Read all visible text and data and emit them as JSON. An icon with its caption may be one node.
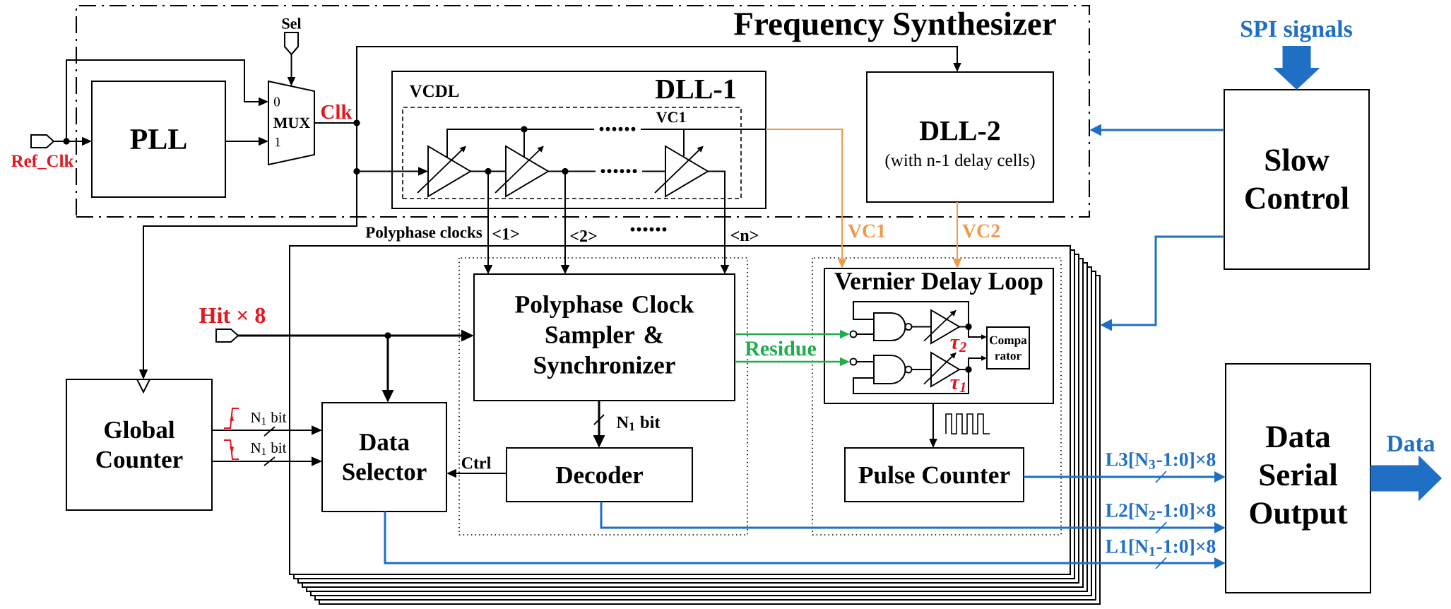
{
  "diagram": {
    "nodes": [
      {
        "text": [
          "Frequency Synthesizer"
        ]
      },
      {
        "text": [
          "Ref_Clk"
        ]
      },
      {
        "text": [
          "PLL"
        ],
        "in": 0
      },
      {
        "text": [
          "Sel"
        ],
        "in": 0
      },
      {
        "text": [
          "0",
          "MUX",
          "1"
        ],
        "in": 0
      },
      {
        "text": [
          "DLL-1"
        ],
        "in": 0
      },
      {
        "text": [
          "VCDL"
        ],
        "in": 5
      },
      {
        "text": [],
        "shape": "triangle",
        "in": 6
      },
      {
        "text": [],
        "shape": "triangle",
        "in": 6
      },
      {
        "text": [],
        "shape": "triangle",
        "in": 6
      },
      {
        "text": [
          "DLL-2",
          "(with n-1 delay cells)"
        ],
        "in": 0
      },
      {
        "text": [
          "Slow Control"
        ]
      },
      {
        "text": [
          "Hit × 8"
        ]
      },
      {
        "text": [],
        "shape": "box"
      },
      {
        "text": [
          "Global Counter"
        ]
      },
      {
        "text": [
          "Polyphase Clock Sampler & Synchronizer"
        ],
        "in": 13
      },
      {
        "text": [
          "Vernier Delay Loop"
        ],
        "in": 13
      },
      {
        "text": [],
        "shape": "gate",
        "in": 16
      },
      {
        "text": [],
        "shape": "triangle",
        "beside": [
          "τ$_{2}$"
        ],
        "in": 16
      },
      {
        "text": [
          "Compa rator"
        ],
        "in": 16
      },
      {
        "text": [],
        "shape": "gate",
        "in": 16
      },
      {
        "text": [],
        "shape": "triangle",
        "beside": [
          "τ$_{1}$"
        ],
        "in": 16
      },
      {
        "text": [
          "Data Selector"
        ],
        "in": 13
      },
      {
        "text": [
          "Decoder"
        ],
        "in": 13
      },
      {
        "text": [
          "Pulse Counter"
        ],
        "in": 13
      },
      {
        "text": [
          "Data Serial Output"
        ]
      }
    ],
    "edges": [
      {
        "from": 1,
        "to": 2,
        "arrow": "to"
      },
      {
        "from": 1,
        "to": 4,
        "arrow": "to"
      },
      {
        "from": 2,
        "to": 4,
        "arrow": "to"
      },
      {
        "from": 3,
        "to": 4,
        "arrow": "to"
      },
      {
        "from": 4,
        "to": 10,
        "arrow": "to"
      },
      {
        "from": 4,
        "to": 7,
        "arrow": "to"
      },
      {
        "from": 4,
        "to": 14,
        "arrow": "to"
      },
      {
        "from": 7,
        "to": 8,
        "arrow": "none"
      },
      {
        "from": 8,
        "to": 9,
        "arrow": "none"
      },
      {
        "from": 5,
        "to": 7,
        "arrow": "none"
      },
      {
        "from": 5,
        "to": 8,
        "arrow": "none"
      },
      {
        "from": 5,
        "to": 9,
        "arrow": "none"
      },
      {
        "from": 7,
        "to": 15,
        "arrow": "to",
        "label": "<1>"
      },
      {
        "from": 8,
        "to": 15,
        "arrow": "to",
        "label": "<2>"
      },
      {
        "from": 9,
        "to": 15,
        "arrow": "to",
        "label": "<n>"
      },
      {
        "from": 5,
        "to": 16,
        "arrow": "to",
        "label": "VC1",
        "color": "#f2994a"
      },
      {
        "from": 10,
        "to": 16,
        "arrow": "to",
        "label": "VC2",
        "color": "#f2994a"
      },
      {
        "from": 11,
        "to": 0,
        "arrow": "to",
        "color": "#1f6fc5"
      },
      {
        "from": 11,
        "to": 13,
        "arrow": "to",
        "color": "#1f6fc5"
      },
      {
        "from": null,
        "to": 11,
        "arrow": "to",
        "label": "SPI signals",
        "style": "thick",
        "color": "#1f6fc5"
      },
      {
        "from": 12,
        "to": 15,
        "arrow": "to"
      },
      {
        "from": 12,
        "to": 22,
        "arrow": "to"
      },
      {
        "from": 14,
        "to": 22,
        "arrow": "to",
        "label": "N$_{1}$ bit"
      },
      {
        "from": 14,
        "to": 22,
        "arrow": "to",
        "label": "N$_{1}$ bit"
      },
      {
        "from": 15,
        "to": 17,
        "arrow": "to",
        "label": "Residue",
        "color": "#1fae4b"
      },
      {
        "from": 15,
        "to": 20,
        "arrow": "to",
        "color": "#1fae4b"
      },
      {
        "from": 17,
        "to": 18,
        "arrow": "none"
      },
      {
        "from": 18,
        "to": 17,
        "arrow": "none"
      },
      {
        "from": 20,
        "to": 21,
        "arrow": "none"
      },
      {
        "from": 21,
        "to": 20,
        "arrow": "none"
      },
      {
        "from": 18,
        "to": 19,
        "arrow": "to"
      },
      {
        "from": 21,
        "to": 19,
        "arrow": "to"
      },
      {
        "from": 16,
        "to": 24,
        "arrow": "to"
      },
      {
        "from": 15,
        "to": 23,
        "arrow": "to",
        "label": "N$_{1}$ bit"
      },
      {
        "from": 23,
        "to": 22,
        "arrow": "to",
        "label": "Ctrl"
      },
      {
        "from": 24,
        "to": 25,
        "arrow": "to",
        "label": "L3[N$_{3}$-1:0]×8",
        "color": "#1f6fc5"
      },
      {
        "from": 23,
        "to": 25,
        "arrow": "to",
        "label": "L2[N$_{2}$-1:0]×8",
        "color": "#1f6fc5"
      },
      {
        "from": 22,
        "to": 25,
        "arrow": "to",
        "label": "L1[N$_{1}$-1:0]×8",
        "color": "#1f6fc5"
      },
      {
        "from": 25,
        "to": null,
        "arrow": "to",
        "label": "Data",
        "style": "thick",
        "color": "#1f6fc5"
      }
    ],
    "labels": [
      "Clk",
      "VC1",
      "......",
      "......",
      "Polyphase clocks",
      "......"
    ]
  }
}
